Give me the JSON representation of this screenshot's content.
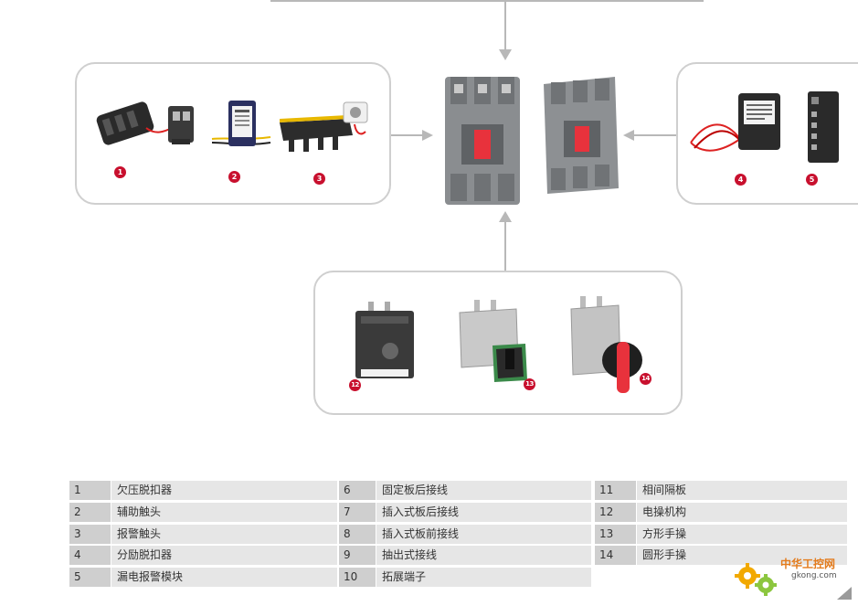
{
  "markers": {
    "m1": "1",
    "m2": "2",
    "m3": "3",
    "m4": "4",
    "m5": "5",
    "m12": "12",
    "m13": "13",
    "m14": "14"
  },
  "colors": {
    "marker": "#c8102e",
    "panel_border": "#cfcfcf",
    "arrow": "#b8b8b8",
    "table_number_cell": "#cfcfcf",
    "table_label_cell": "#e6e6e6",
    "breaker_body": "#8a8d90",
    "breaker_handle": "#e8323c"
  },
  "table": {
    "columns": [
      [
        {
          "num": "1",
          "label": "欠压脱扣器"
        },
        {
          "num": "2",
          "label": "辅助触头"
        },
        {
          "num": "3",
          "label": "报警触头"
        },
        {
          "num": "4",
          "label": "分励脱扣器"
        },
        {
          "num": "5",
          "label": "漏电报警模块"
        }
      ],
      [
        {
          "num": "6",
          "label": "固定板后接线"
        },
        {
          "num": "7",
          "label": "插入式板后接线"
        },
        {
          "num": "8",
          "label": "插入式板前接线"
        },
        {
          "num": "9",
          "label": "抽出式接线"
        },
        {
          "num": "10",
          "label": "拓展端子"
        }
      ],
      [
        {
          "num": "11",
          "label": "相间隔板"
        },
        {
          "num": "12",
          "label": "电操机构"
        },
        {
          "num": "13",
          "label": "方形手操"
        },
        {
          "num": "14",
          "label": "圆形手操"
        }
      ]
    ]
  },
  "watermark": {
    "name": "中华工控网",
    "url": "gkong.com"
  }
}
